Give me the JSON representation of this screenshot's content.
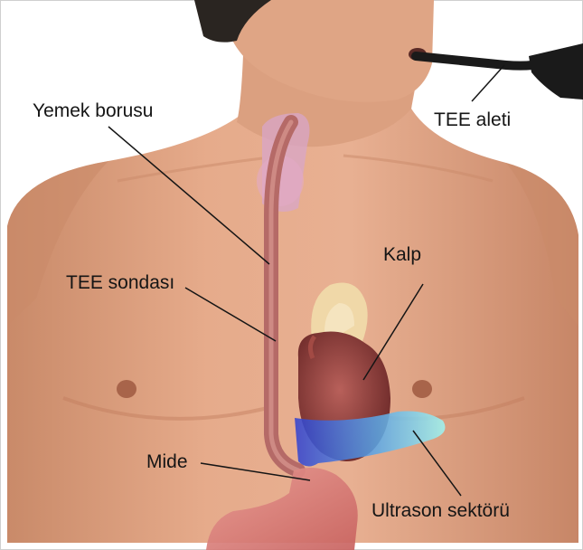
{
  "labels": {
    "esophagus": "Yemek borusu",
    "tee_device": "TEE aleti",
    "heart": "Kalp",
    "tee_probe": "TEE sondası",
    "stomach": "Mide",
    "ultrasound_sector": "Ultrason sektörü"
  },
  "colors": {
    "background": "#ffffff",
    "skin": "#e2a584",
    "skin_shadow": "#c27f5f",
    "hair": "#2a2521",
    "probe_tube": "#b56a67",
    "heart": "#8e3f3c",
    "aorta": "#f0d8a8",
    "stomach": "#e08a86",
    "ultrasound_blue": "#3b4fd8",
    "ultrasound_cyan": "#7ff0f0",
    "device_black": "#1a1a1a",
    "leader_line": "#151515"
  }
}
